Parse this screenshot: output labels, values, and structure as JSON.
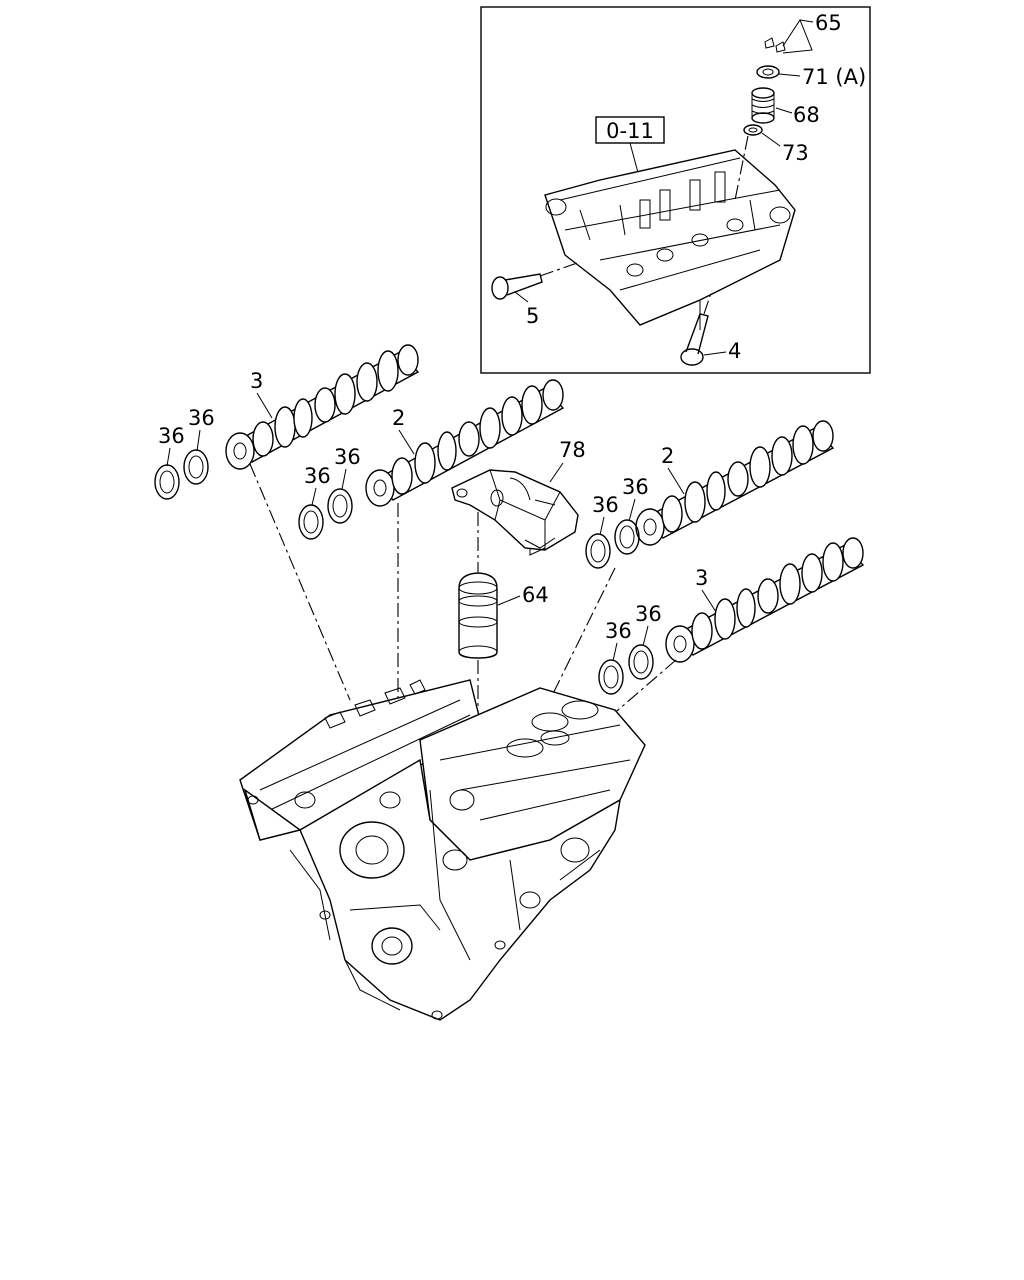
{
  "labels": {
    "inset_ref": "0-11",
    "p65": "65",
    "p71": "71 (A)",
    "p68": "68",
    "p73": "73",
    "p5": "5",
    "p4": "4",
    "p3_upper": "3",
    "p36_a": "36",
    "p36_b": "36",
    "p2_left": "2",
    "p36_c": "36",
    "p36_d": "36",
    "p78": "78",
    "p64": "64",
    "p2_right": "2",
    "p36_e": "36",
    "p36_f": "36",
    "p3_lower": "3",
    "p36_g": "36",
    "p36_h": "36"
  }
}
